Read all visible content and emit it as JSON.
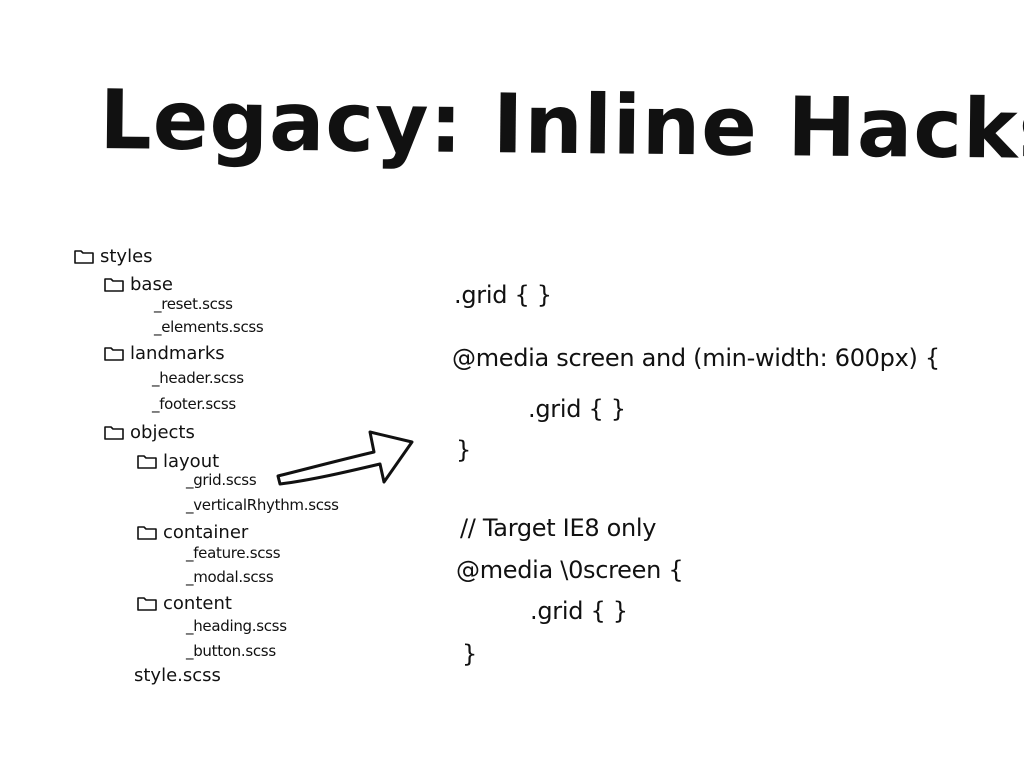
{
  "title": "Legacy: Inline Hacks",
  "icons": {
    "folder": "folder-icon",
    "arrow": "arrow-icon"
  },
  "tree": {
    "styles": "styles",
    "base": "base",
    "reset": "_reset.scss",
    "elements": "_elements.scss",
    "landmarks": "landmarks",
    "header": "_header.scss",
    "footer": "_footer.scss",
    "objects": "objects",
    "layout": "layout",
    "grid": "_grid.scss",
    "verticalRhythm": "_verticalRhythm.scss",
    "container": "container",
    "feature": "_feature.scss",
    "modal": "_modal.scss",
    "content": "content",
    "heading": "_heading.scss",
    "button": "_button.scss",
    "style": "style.scss"
  },
  "code": [
    ".grid { }",
    "@media screen and (min-width: 600px) {",
    ".grid { }",
    "}",
    "// Target IE8 only",
    "@media \\0screen {",
    ".grid { }",
    "}"
  ]
}
